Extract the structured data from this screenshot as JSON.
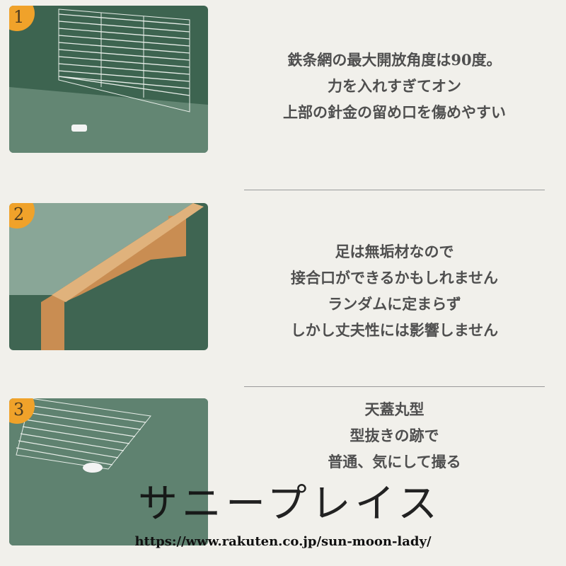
{
  "features": [
    {
      "number": "1",
      "lines": [
        "鉄条網の最大開放角度は90度。",
        "力を入れすぎてオン",
        "上部の針金の留め口を傷めやすい"
      ]
    },
    {
      "number": "2",
      "lines": [
        "足は無垢材なので",
        "接合口ができるかもしれません",
        "ランダムに定まらず",
        "しかし丈夫性には影響しません"
      ]
    },
    {
      "number": "3",
      "lines": [
        "天蓋丸型",
        "型抜きの跡で",
        "普通、気にして撮る"
      ]
    }
  ],
  "watermark": "サニープレイス",
  "url": "https://www.rakuten.co.jp/sun-moon-lady/",
  "colors": {
    "panel_bg": "#3d6450",
    "badge": "#f0a22a",
    "wood": "#c98d52"
  }
}
